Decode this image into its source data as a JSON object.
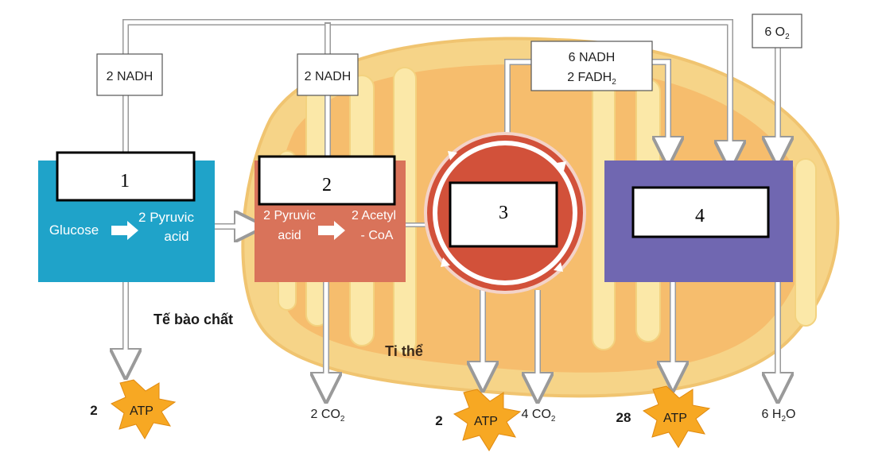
{
  "inputs": {
    "nadh_glycolysis": "2 NADH",
    "nadh_oxidation": "2 NADH",
    "krebs_out_line1": "6 NADH",
    "krebs_out_line2_prefix": "2 FADH",
    "krebs_out_line2_sub": "2",
    "oxygen_prefix": "6 O",
    "oxygen_sub": "2"
  },
  "stages": {
    "stage1": {
      "number": "1",
      "left_text": "Glucose",
      "right_line1": "2 Pyruvic",
      "right_line2": "acid",
      "color": "#1fa3c9"
    },
    "stage2": {
      "number": "2",
      "left_line1": "2 Pyruvic",
      "left_line2": "acid",
      "right_line1": "2 Acetyl",
      "right_line2": "- CoA",
      "color": "#d9735a"
    },
    "stage3": {
      "number": "3",
      "color": "#d2513a"
    },
    "stage4": {
      "number": "4",
      "color": "#7067b1"
    }
  },
  "locations": {
    "cytoplasm": "Tế bào chất",
    "mitochondrion": "Ti thể"
  },
  "outputs": {
    "atp1": {
      "count": "2",
      "label": "ATP"
    },
    "co2_1": {
      "prefix": "2 CO",
      "sub": "2"
    },
    "atp2": {
      "count": "2",
      "label": "ATP"
    },
    "co2_2": {
      "prefix": "4 CO",
      "sub": "2"
    },
    "atp3": {
      "count": "28",
      "label": "ATP"
    },
    "water": {
      "prefix": "6 H",
      "sub": "2",
      "suffix": "O"
    }
  },
  "colors": {
    "mito_outer": "#f6d488",
    "mito_inner": "#f6c173",
    "cristae": "#f9e7a8",
    "atp_star": "#f7a823",
    "arrow_fill": "#ffffff",
    "arrow_stroke": "#9a9a9a"
  }
}
